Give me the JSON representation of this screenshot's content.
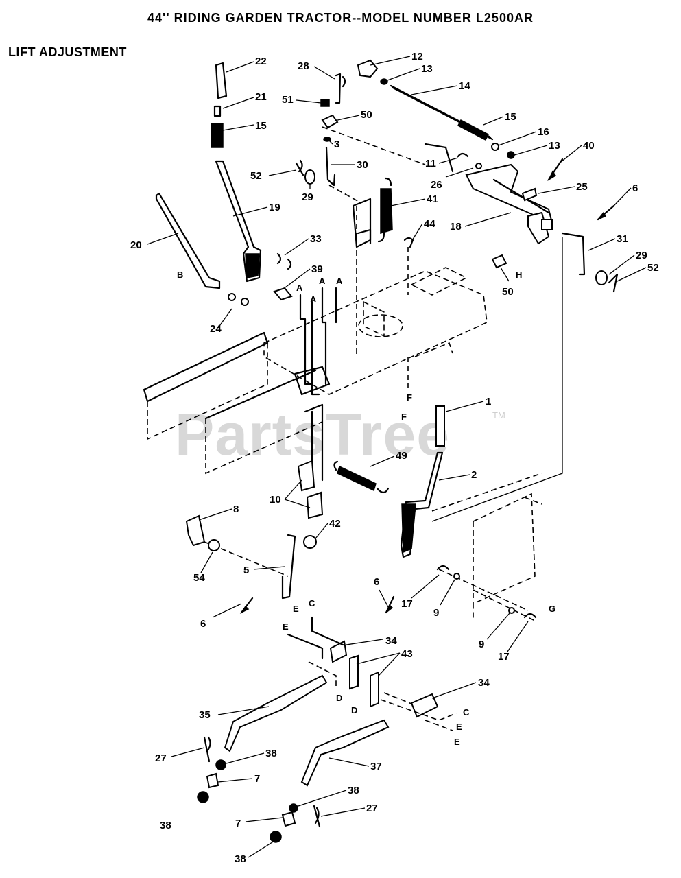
{
  "header": {
    "title": "44'' RIDING GARDEN TRACTOR--MODEL NUMBER L2500AR",
    "subtitle": "LIFT ADJUSTMENT"
  },
  "watermark": {
    "text": "PartsTree",
    "tm": "TM"
  },
  "callouts": [
    {
      "id": "c22a",
      "text": "22"
    },
    {
      "id": "c21",
      "text": "21"
    },
    {
      "id": "c15a",
      "text": "15"
    },
    {
      "id": "c28",
      "text": "28"
    },
    {
      "id": "c51",
      "text": "51"
    },
    {
      "id": "c50a",
      "text": "50"
    },
    {
      "id": "c3",
      "text": "3"
    },
    {
      "id": "c30",
      "text": "30"
    },
    {
      "id": "c52a",
      "text": "52"
    },
    {
      "id": "c29a",
      "text": "29"
    },
    {
      "id": "c19",
      "text": "19"
    },
    {
      "id": "c20",
      "text": "20"
    },
    {
      "id": "c12",
      "text": "12"
    },
    {
      "id": "c13a",
      "text": "13"
    },
    {
      "id": "c14",
      "text": "14"
    },
    {
      "id": "c15b",
      "text": "15"
    },
    {
      "id": "c16",
      "text": "16"
    },
    {
      "id": "c13b",
      "text": "13"
    },
    {
      "id": "c40",
      "text": "40"
    },
    {
      "id": "c11",
      "text": "11"
    },
    {
      "id": "c26",
      "text": "26"
    },
    {
      "id": "c25",
      "text": "25"
    },
    {
      "id": "c6a",
      "text": "6"
    },
    {
      "id": "c41",
      "text": "41"
    },
    {
      "id": "c18",
      "text": "18"
    },
    {
      "id": "c44",
      "text": "44"
    },
    {
      "id": "c31",
      "text": "31"
    },
    {
      "id": "c29b",
      "text": "29"
    },
    {
      "id": "c52b",
      "text": "52"
    },
    {
      "id": "c50b",
      "text": "50"
    },
    {
      "id": "c33",
      "text": "33"
    },
    {
      "id": "c39",
      "text": "39"
    },
    {
      "id": "c24",
      "text": "24"
    },
    {
      "id": "c1",
      "text": "1"
    },
    {
      "id": "c49",
      "text": "49"
    },
    {
      "id": "c2",
      "text": "2"
    },
    {
      "id": "c10",
      "text": "10"
    },
    {
      "id": "c8",
      "text": "8"
    },
    {
      "id": "c42",
      "text": "42"
    },
    {
      "id": "c54",
      "text": "54"
    },
    {
      "id": "c5",
      "text": "5"
    },
    {
      "id": "c6b",
      "text": "6"
    },
    {
      "id": "c6c",
      "text": "6"
    },
    {
      "id": "c17a",
      "text": "17"
    },
    {
      "id": "c9a",
      "text": "9"
    },
    {
      "id": "c9b",
      "text": "9"
    },
    {
      "id": "c17b",
      "text": "17"
    },
    {
      "id": "c34a",
      "text": "34"
    },
    {
      "id": "c43",
      "text": "43"
    },
    {
      "id": "c34b",
      "text": "34"
    },
    {
      "id": "c35",
      "text": "35"
    },
    {
      "id": "c27a",
      "text": "27"
    },
    {
      "id": "c38a",
      "text": "38"
    },
    {
      "id": "c7a",
      "text": "7"
    },
    {
      "id": "c38b",
      "text": "38"
    },
    {
      "id": "c37",
      "text": "37"
    },
    {
      "id": "c38c",
      "text": "38"
    },
    {
      "id": "c27b",
      "text": "27"
    },
    {
      "id": "c7b",
      "text": "7"
    },
    {
      "id": "c38d",
      "text": "38"
    }
  ],
  "connection_letters": [
    {
      "id": "lB",
      "text": "B"
    },
    {
      "id": "lA1",
      "text": "A"
    },
    {
      "id": "lA2",
      "text": "A"
    },
    {
      "id": "lA3",
      "text": "A"
    },
    {
      "id": "lA4",
      "text": "A"
    },
    {
      "id": "lH",
      "text": "H"
    },
    {
      "id": "lF1",
      "text": "F"
    },
    {
      "id": "lF2",
      "text": "F"
    },
    {
      "id": "lE1",
      "text": "E"
    },
    {
      "id": "lC1",
      "text": "C"
    },
    {
      "id": "lE2",
      "text": "E"
    },
    {
      "id": "lG",
      "text": "G"
    },
    {
      "id": "lD1",
      "text": "D"
    },
    {
      "id": "lD2",
      "text": "D"
    },
    {
      "id": "lC2",
      "text": "C"
    },
    {
      "id": "lE3",
      "text": "E"
    },
    {
      "id": "lE4",
      "text": "E"
    }
  ]
}
